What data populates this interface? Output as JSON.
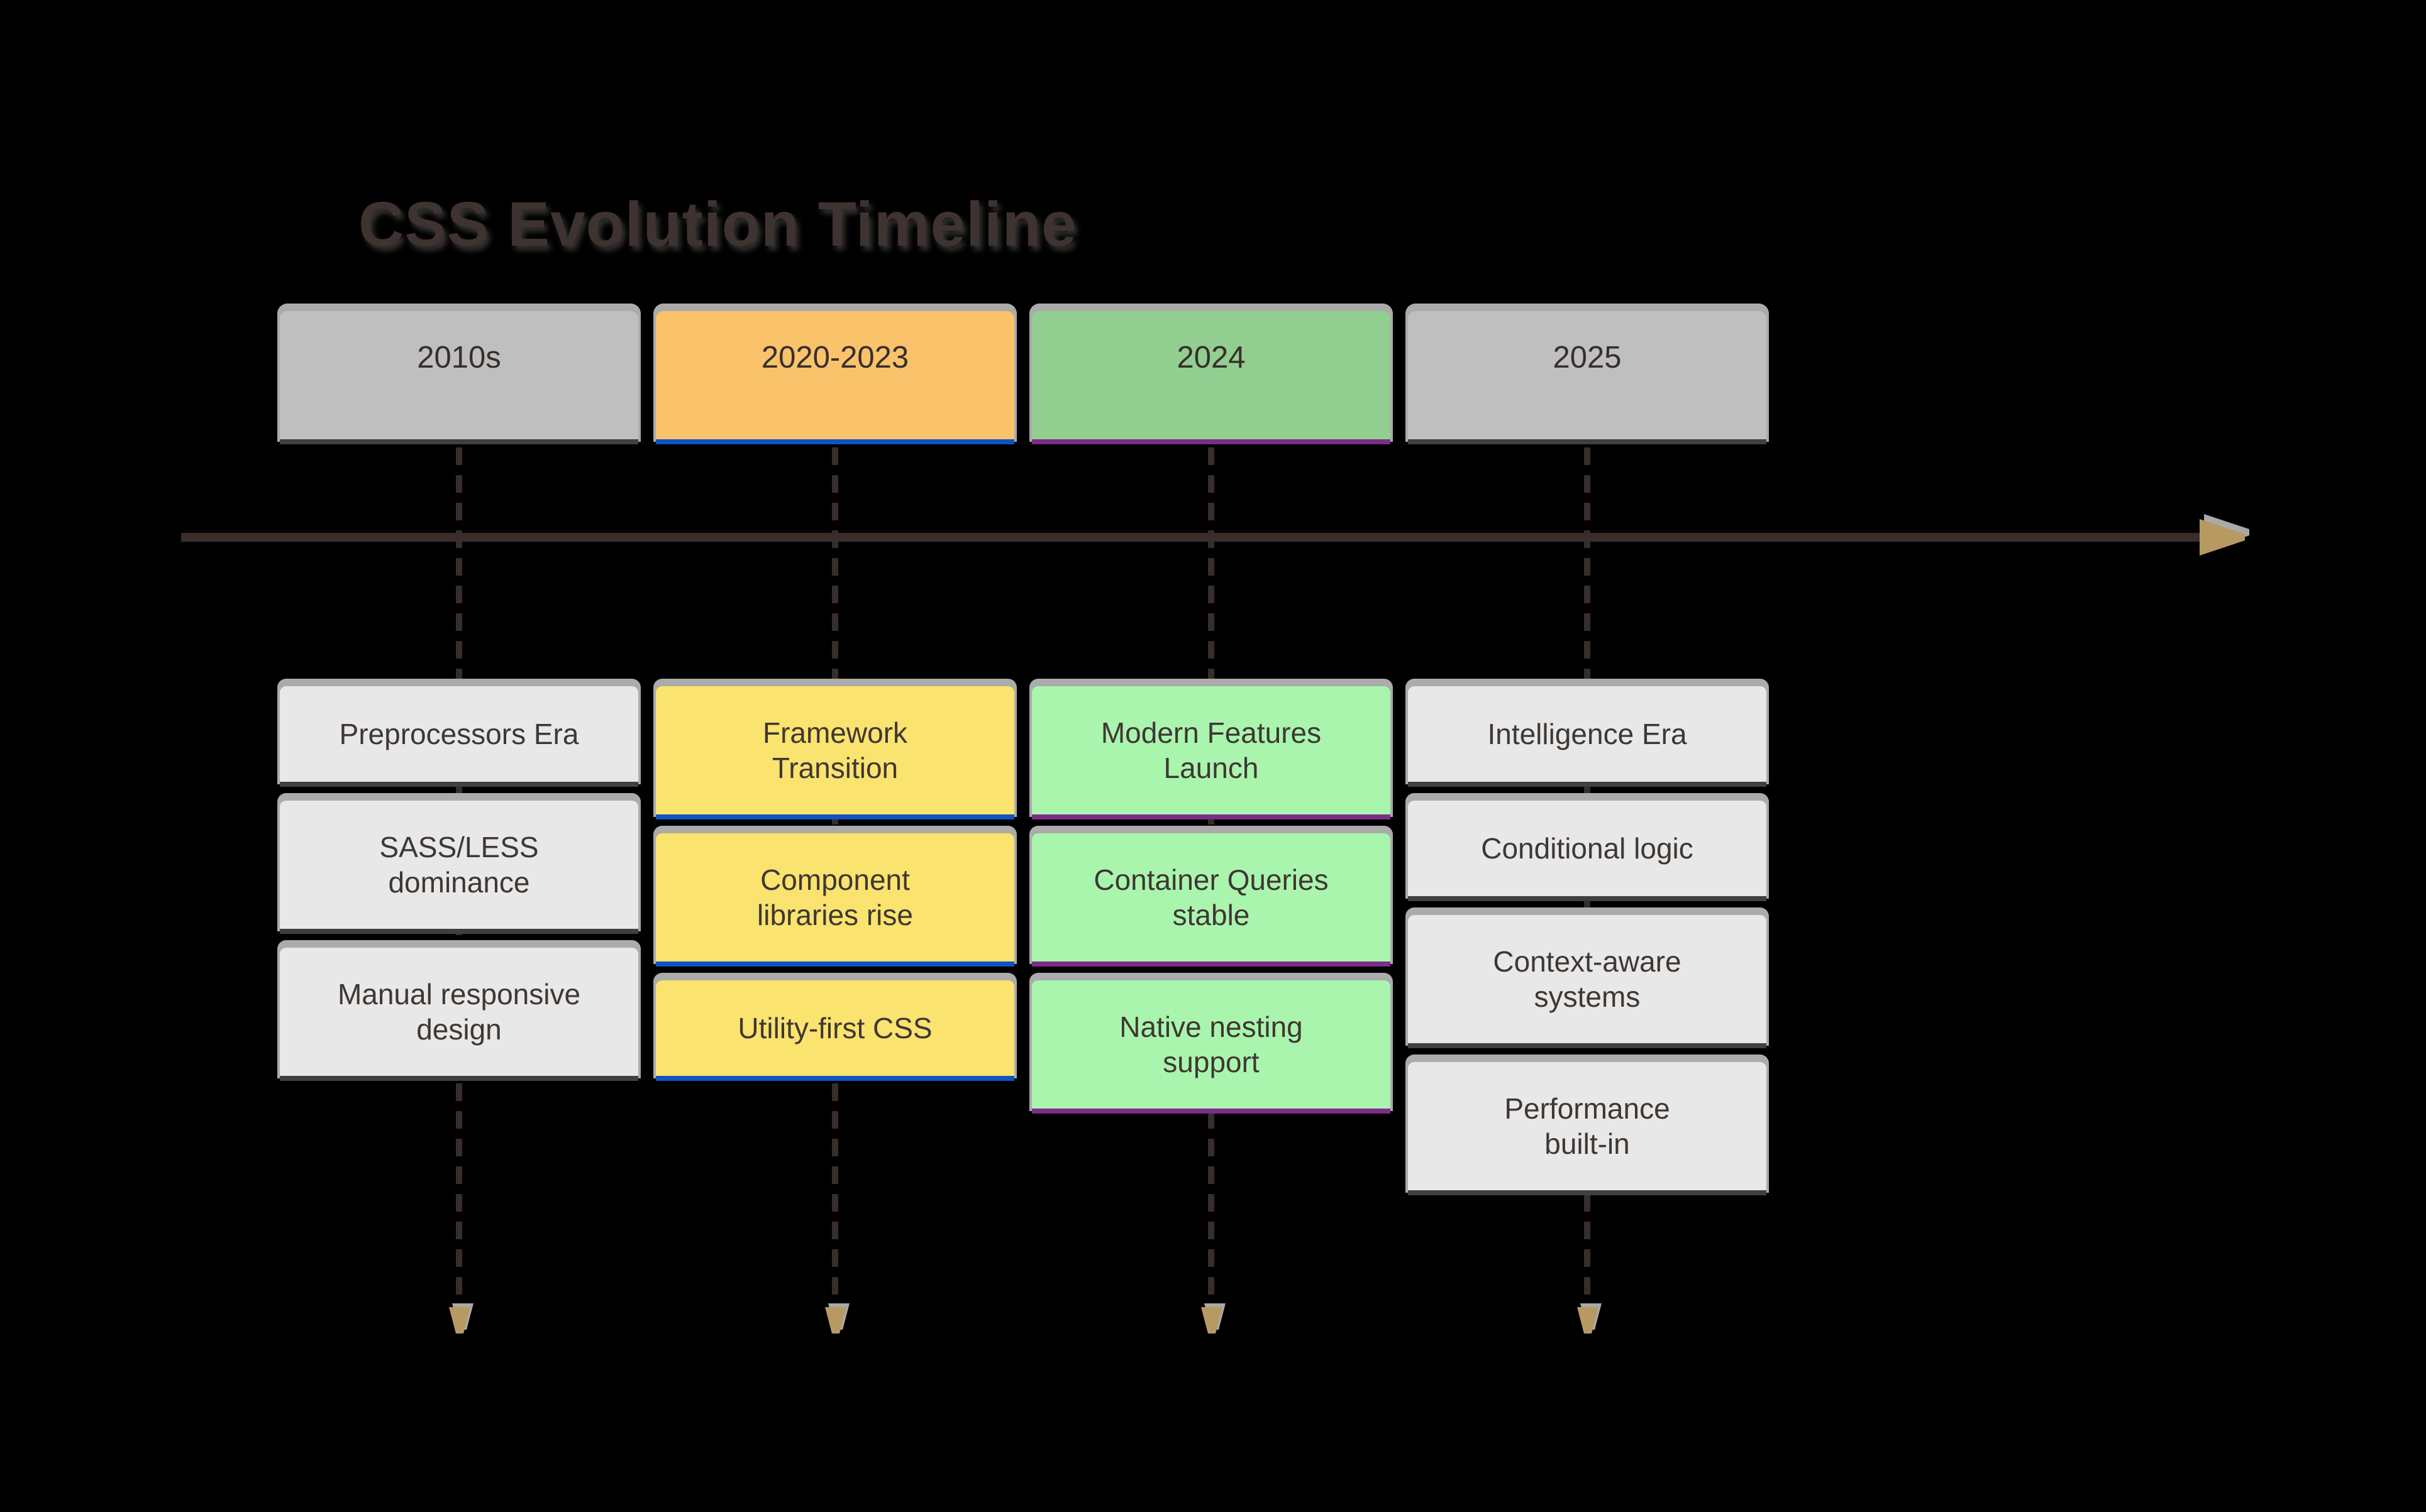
{
  "title": "CSS Evolution Timeline",
  "colors": {
    "background": "#000000",
    "title_text": "#3e3331",
    "axis_line": "#392e2a",
    "guide_dash": "#372d2a",
    "arrow_fill": "#b79a62",
    "arrow_outline": "#9a9a9a",
    "shadow": "#ababab",
    "period_gray_fill": "#bfbfbf",
    "period_orange_fill": "#f9c26b",
    "period_green_fill": "#92ce90",
    "card_gray_fill": "#e8e8e8",
    "card_yellow_fill": "#fae36e",
    "card_green_fill": "#aaf5ae",
    "border_dark": "#404040",
    "border_blue": "#1153c4",
    "border_purple": "#7c2d87",
    "box_text": "#3f3733"
  },
  "timeline": {
    "periods": [
      {
        "label": "2010s",
        "events": [
          "Preprocessors Era",
          "SASS/LESS\ndominance",
          "Manual responsive\ndesign"
        ]
      },
      {
        "label": "2020-2023",
        "events": [
          "Framework\nTransition",
          "Component\nlibraries rise",
          "Utility-first CSS"
        ]
      },
      {
        "label": "2024",
        "events": [
          "Modern Features\nLaunch",
          "Container Queries\nstable",
          "Native nesting\nsupport"
        ]
      },
      {
        "label": "2025",
        "events": [
          "Intelligence Era",
          "Conditional logic",
          "Context-aware\nsystems",
          "Performance\nbuilt-in"
        ]
      }
    ]
  }
}
